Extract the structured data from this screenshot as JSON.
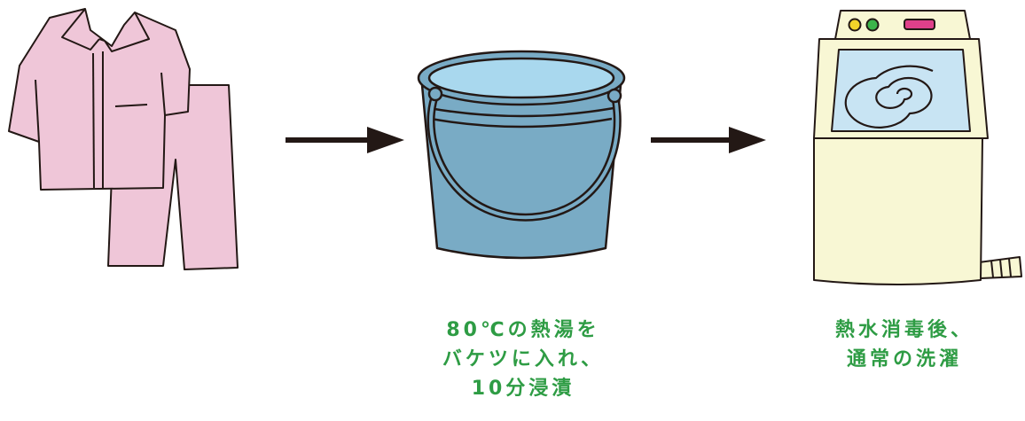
{
  "steps": [
    {
      "illustration": "pajamas-icon"
    },
    {
      "illustration": "bucket-icon",
      "caption_lines": [
        "80℃の熱湯を",
        "バケツに入れ、",
        "10分浸漬"
      ]
    },
    {
      "illustration": "washing-machine-icon",
      "caption_lines": [
        "熱水消毒後、",
        "通常の洗濯"
      ]
    }
  ],
  "connectors": [
    "arrow-right-icon",
    "arrow-right-icon"
  ],
  "colors": {
    "caption": "#2e9c44",
    "pajama": "#efc6d8",
    "bucket": "#79abc5",
    "water": "#a9d8ee",
    "washer_body": "#f8f7d4",
    "outline": "#231815"
  }
}
